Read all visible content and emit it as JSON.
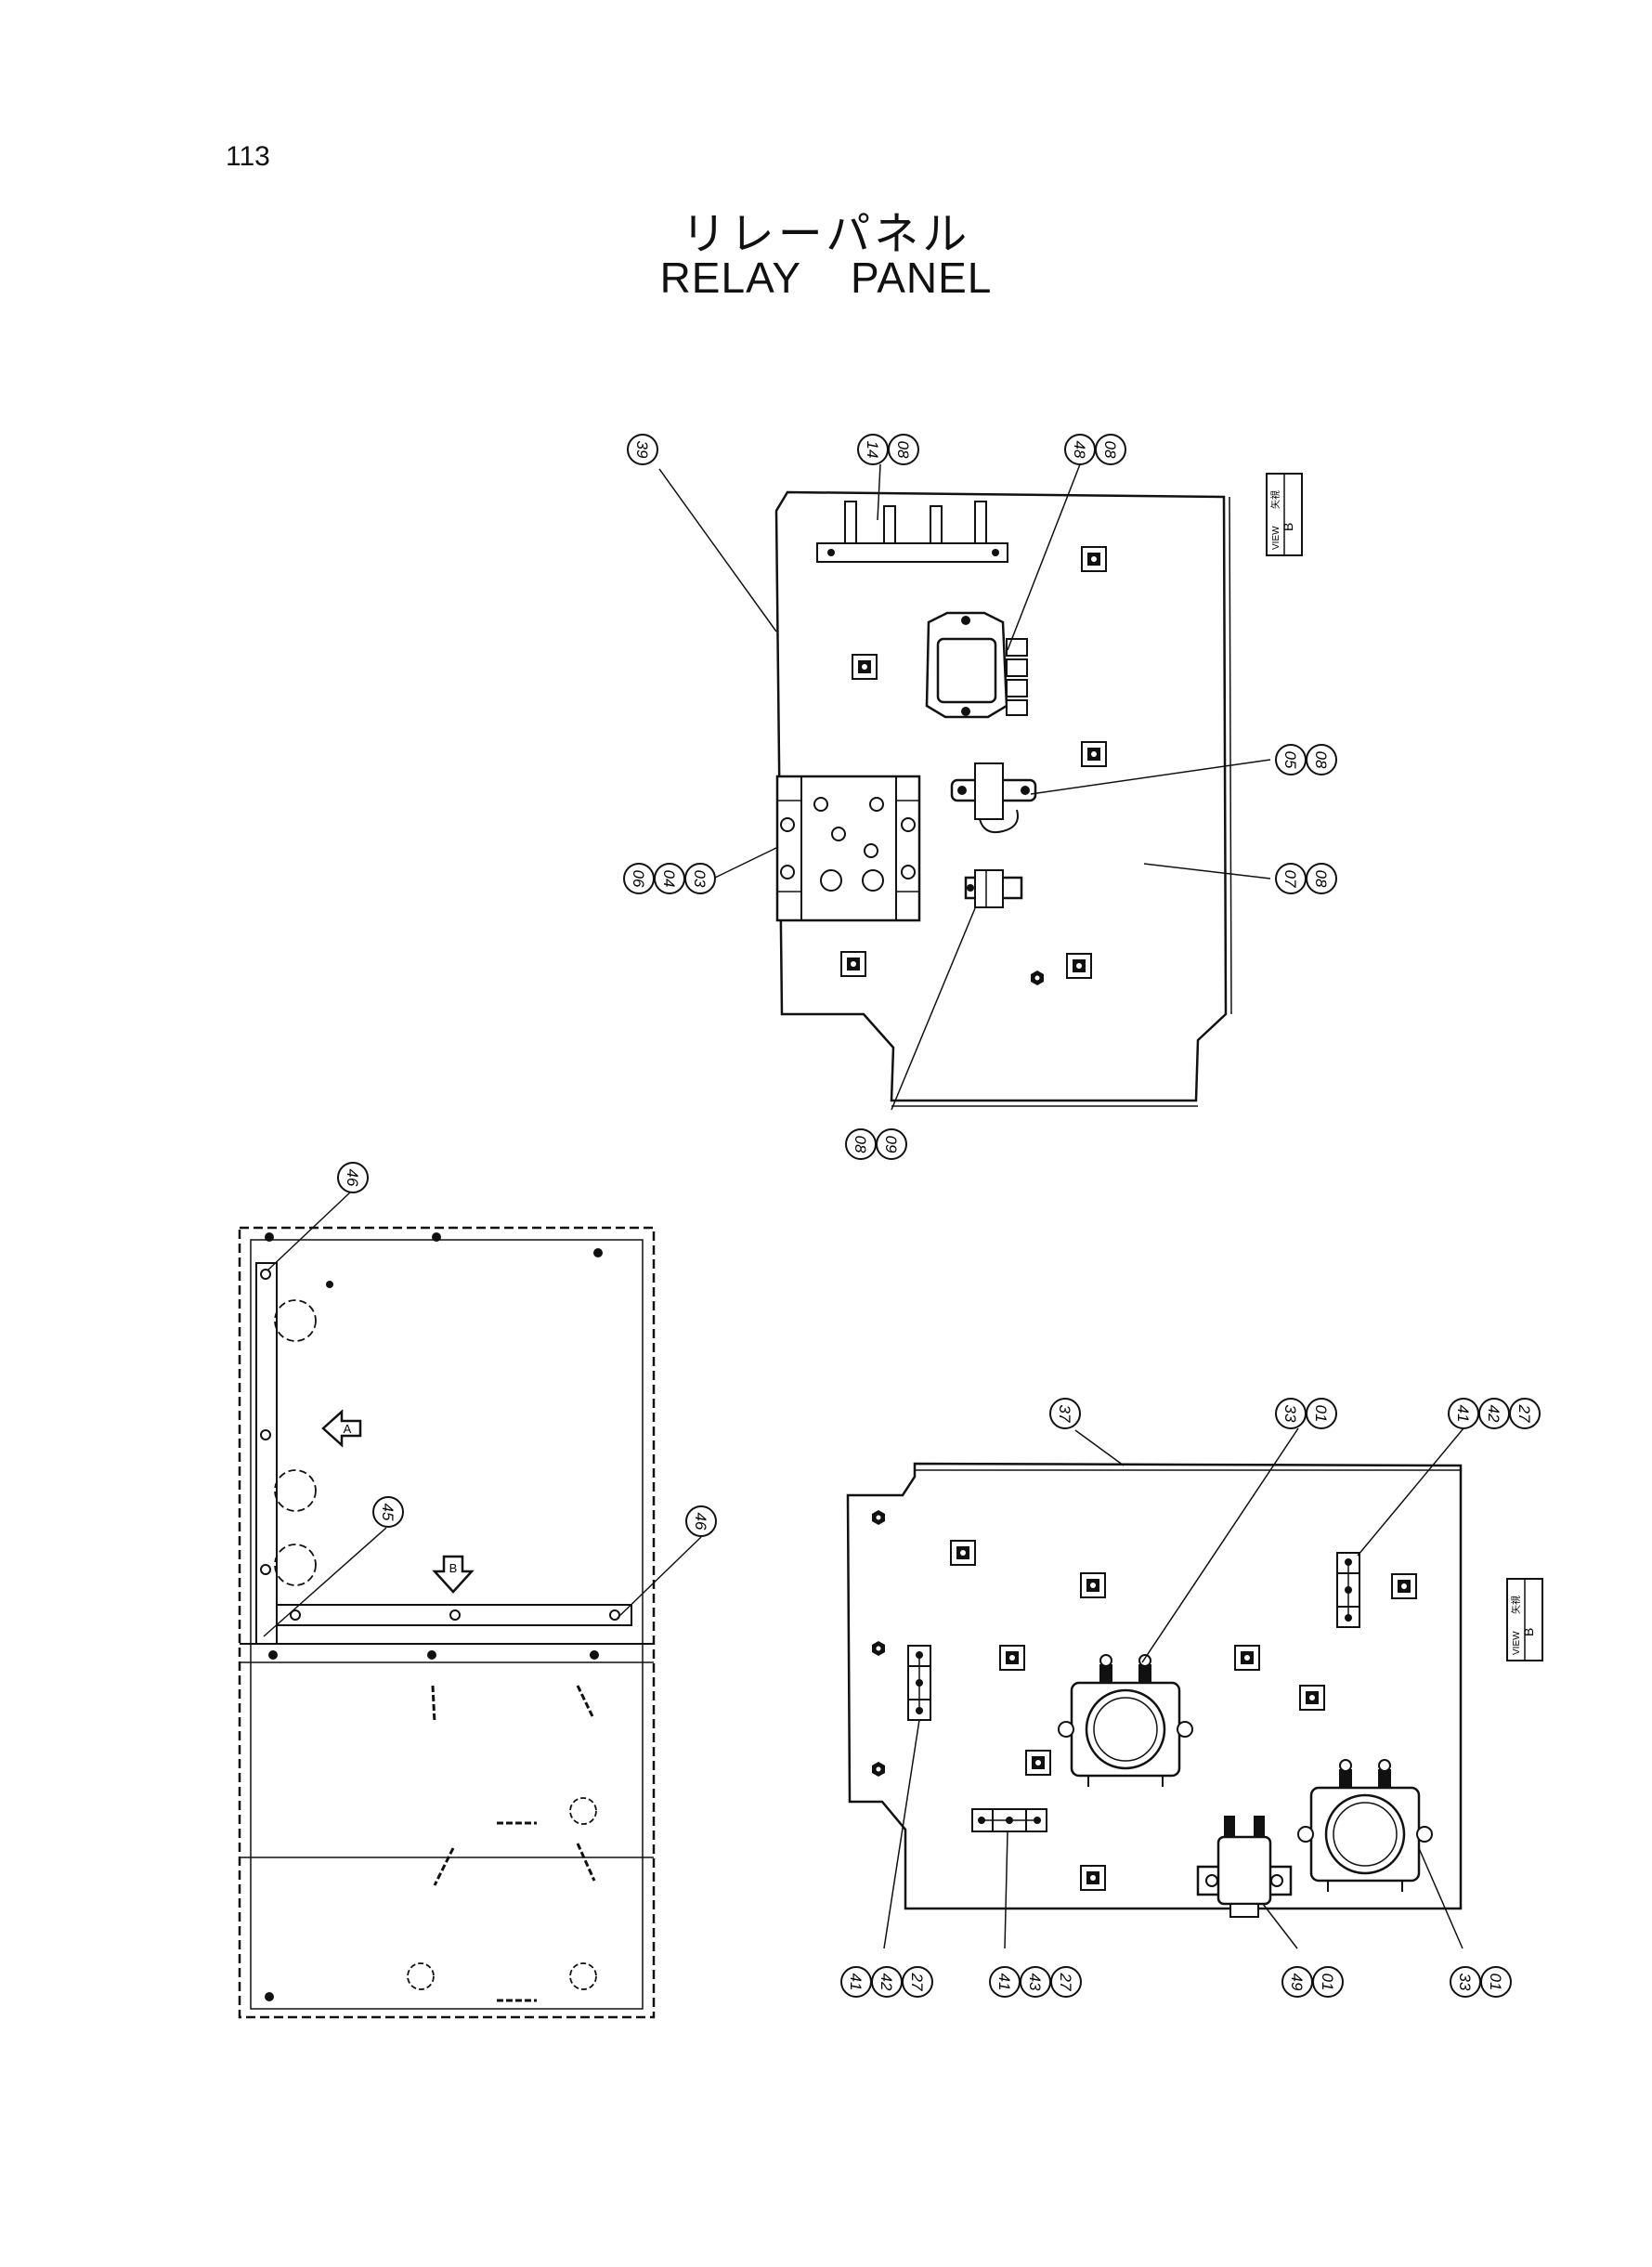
{
  "page_number": "113",
  "title_jp": "リレーパネル",
  "title_en": "RELAY  PANEL",
  "view_tag": {
    "jp": "矢視",
    "en": "VIEW",
    "letter": "B"
  },
  "arrows": {
    "a": "A",
    "b": "B"
  },
  "callouts": {
    "c39": "39",
    "c14_08": [
      "14",
      "08"
    ],
    "c48_08": [
      "48",
      "08"
    ],
    "c05_08": [
      "05",
      "08"
    ],
    "c07_08": [
      "07",
      "08"
    ],
    "c06_04_03": [
      "06",
      "04",
      "03"
    ],
    "c08_09": [
      "08",
      "09"
    ],
    "c46_top": "46",
    "c45": "45",
    "c46_right": "46",
    "c37": "37",
    "c33_01_top": [
      "33",
      "01"
    ],
    "c41_42_27_top": [
      "41",
      "42",
      "27"
    ],
    "c41_42_27_bottom": [
      "41",
      "42",
      "27"
    ],
    "c41_43_27": [
      "41",
      "43",
      "27"
    ],
    "c49_01": [
      "49",
      "01"
    ],
    "c33_01_bottom": [
      "33",
      "01"
    ]
  }
}
